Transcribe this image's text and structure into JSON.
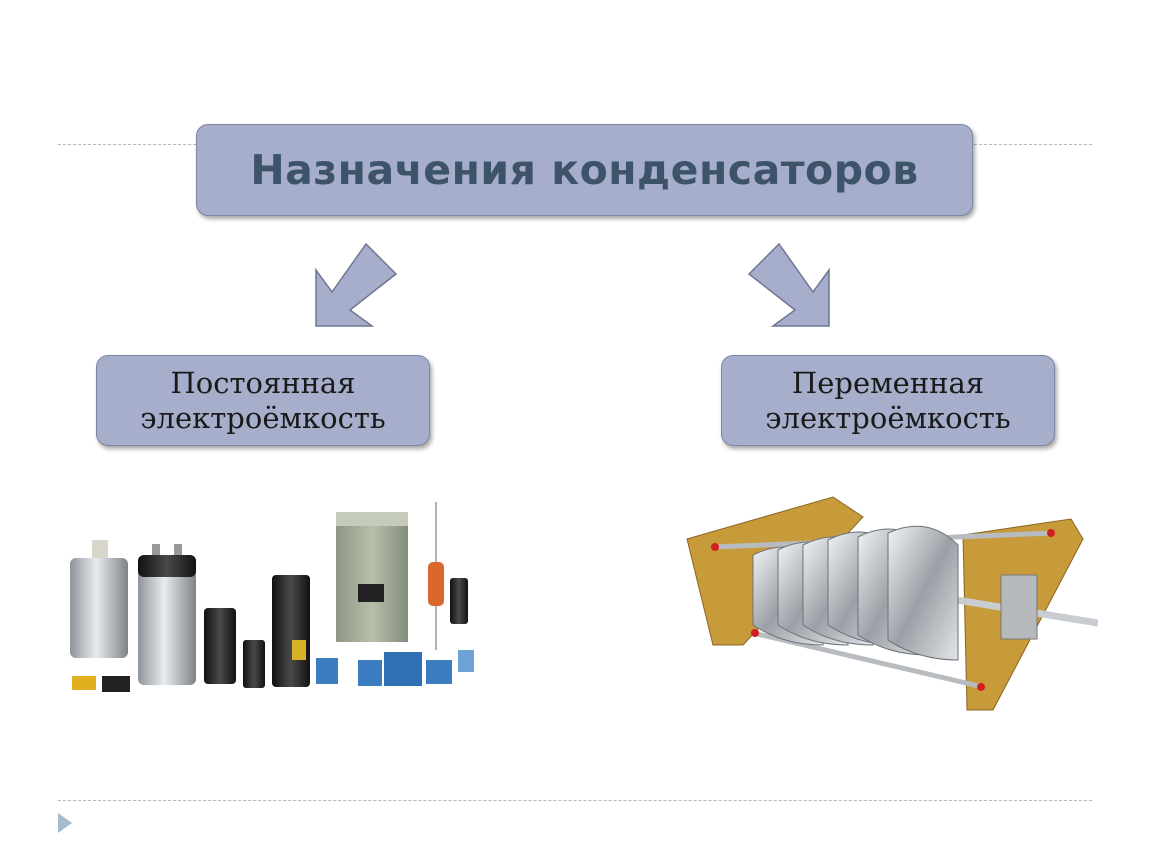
{
  "title": "Назначения конденсаторов",
  "branches": [
    {
      "line1": "Постоянная",
      "line2": "электроёмкость"
    },
    {
      "line1": "Переменная",
      "line2": "электроёмкость"
    }
  ],
  "colors": {
    "box_fill": "#a7aecb",
    "title_text": "#3c5369",
    "arrow_fill": "#a7aecb",
    "bullet": "#a7bccb"
  },
  "icons": [
    "arrow-down-left-icon",
    "arrow-down-right-icon",
    "slide-bullet-icon"
  ]
}
